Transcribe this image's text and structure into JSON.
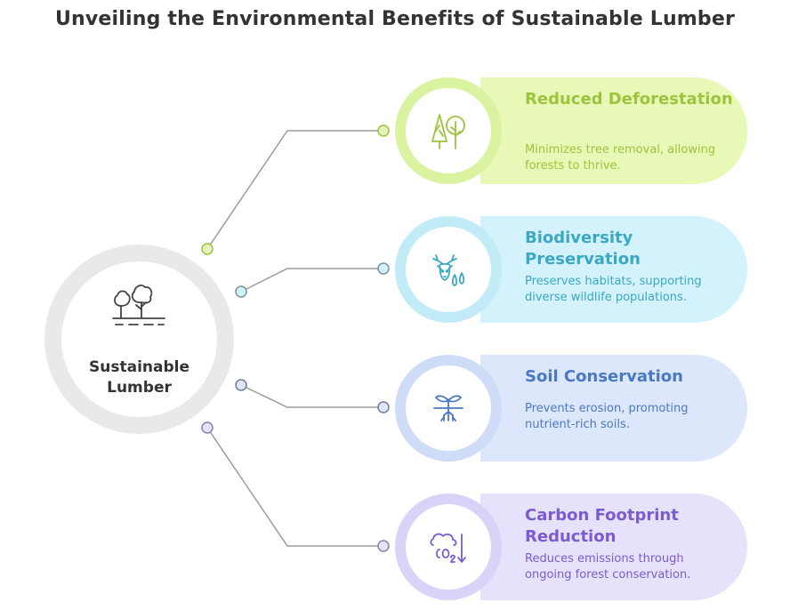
{
  "title": "Unveiling the Environmental Benefits of Sustainable Lumber",
  "hub": {
    "label": "Sustainable Lumber",
    "icon": "trees-on-ground-icon"
  },
  "benefits": [
    {
      "title": "Reduced Deforestation",
      "description": "Minimizes tree removal, allowing forests to thrive.",
      "icon": "trees-icon",
      "color": "#9cc43c",
      "bg": "#e7f8b7",
      "ring": "#d9f3a1"
    },
    {
      "title": "Biodiversity Preservation",
      "description": "Preserves habitats, supporting diverse wildlife populations.",
      "icon": "deer-icon",
      "color": "#3aa8c4",
      "bg": "#d3f2fb",
      "ring": "#c1ecf7"
    },
    {
      "title": "Soil Conservation",
      "description": "Prevents erosion, promoting nutrient-rich soils.",
      "icon": "sprout-roots-icon",
      "color": "#4a78c4",
      "bg": "#dde7fb",
      "ring": "#cfdcf8"
    },
    {
      "title": "Carbon Footprint Reduction",
      "description": "Reduces emissions through ongoing forest conservation.",
      "icon": "co2-down-icon",
      "color": "#7a5bd0",
      "bg": "#e6e2fb",
      "ring": "#d9d3f8"
    }
  ]
}
